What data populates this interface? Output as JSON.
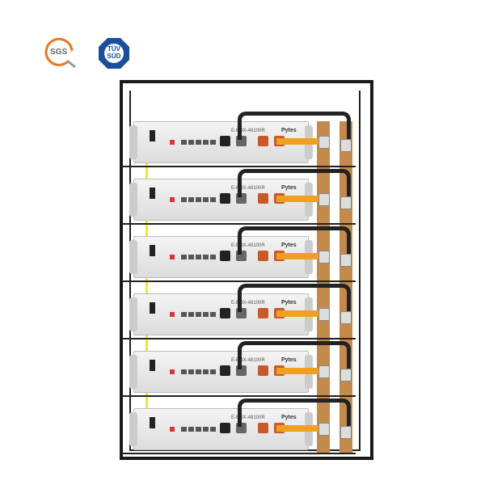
{
  "certifications": [
    {
      "name": "SGS",
      "color": "#e87722"
    },
    {
      "name": "TÜV SÜD",
      "color": "#1b4f9c"
    }
  ],
  "module": {
    "model": "E-BOX-48100R",
    "brand": "Pytes",
    "count": 6
  },
  "colors": {
    "busbar": "#c48a4c",
    "link": "#f0a020",
    "ground_wire": "#f0ea20",
    "cable": "#222222"
  }
}
